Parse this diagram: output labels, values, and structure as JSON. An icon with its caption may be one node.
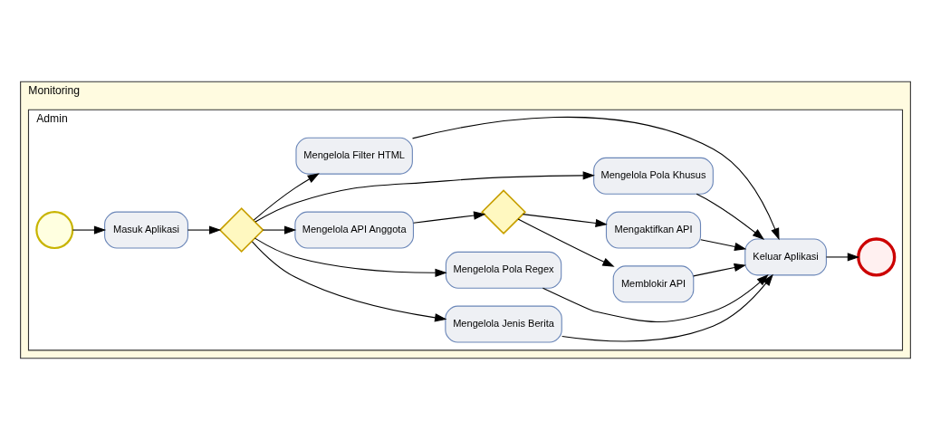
{
  "diagram": {
    "nodes": [
      {
        "text": [
          "Monitoring"
        ]
      },
      {
        "text": [
          "Admin"
        ],
        "in": 0
      },
      {
        "text": [],
        "shape": "circle",
        "in": 1
      },
      {
        "text": [
          "Masuk Aplikasi"
        ],
        "in": 1
      },
      {
        "text": [],
        "shape": "diamond",
        "in": 1
      },
      {
        "text": [
          "Mengelola Jenis Berita"
        ],
        "in": 1
      },
      {
        "text": [
          "Mengelola Pola Regex"
        ],
        "in": 1
      },
      {
        "text": [
          "Mengelola API Anggota"
        ],
        "in": 1
      },
      {
        "text": [
          "Mengelola Pola Khusus"
        ],
        "in": 1
      },
      {
        "text": [
          "Mengelola Filter HTML"
        ],
        "in": 1
      },
      {
        "text": [],
        "shape": "diamond",
        "in": 1
      },
      {
        "text": [
          "Memblokir API"
        ],
        "in": 1
      },
      {
        "text": [
          "Mengaktifkan API"
        ],
        "in": 1
      },
      {
        "text": [
          "Keluar Aplikasi"
        ],
        "in": 1
      },
      {
        "text": [],
        "shape": "circle",
        "in": 1
      }
    ],
    "edges": [
      {
        "from": 2,
        "to": 3,
        "arrow": "to"
      },
      {
        "from": 3,
        "to": 4,
        "arrow": "to"
      },
      {
        "from": 4,
        "to": 5,
        "arrow": "to"
      },
      {
        "from": 4,
        "to": 6,
        "arrow": "to"
      },
      {
        "from": 4,
        "to": 7,
        "arrow": "to"
      },
      {
        "from": 4,
        "to": 8,
        "arrow": "to"
      },
      {
        "from": 4,
        "to": 9,
        "arrow": "to"
      },
      {
        "from": 7,
        "to": 10,
        "arrow": "to"
      },
      {
        "from": 10,
        "to": 11,
        "arrow": "to"
      },
      {
        "from": 10,
        "to": 12,
        "arrow": "to"
      },
      {
        "from": 5,
        "to": 13,
        "arrow": "to"
      },
      {
        "from": 6,
        "to": 13,
        "arrow": "to"
      },
      {
        "from": 11,
        "to": 13,
        "arrow": "to"
      },
      {
        "from": 12,
        "to": 13,
        "arrow": "to"
      },
      {
        "from": 8,
        "to": 13,
        "arrow": "to"
      },
      {
        "from": 9,
        "to": 13,
        "arrow": "to"
      },
      {
        "from": 13,
        "to": 14,
        "arrow": "to"
      }
    ]
  }
}
